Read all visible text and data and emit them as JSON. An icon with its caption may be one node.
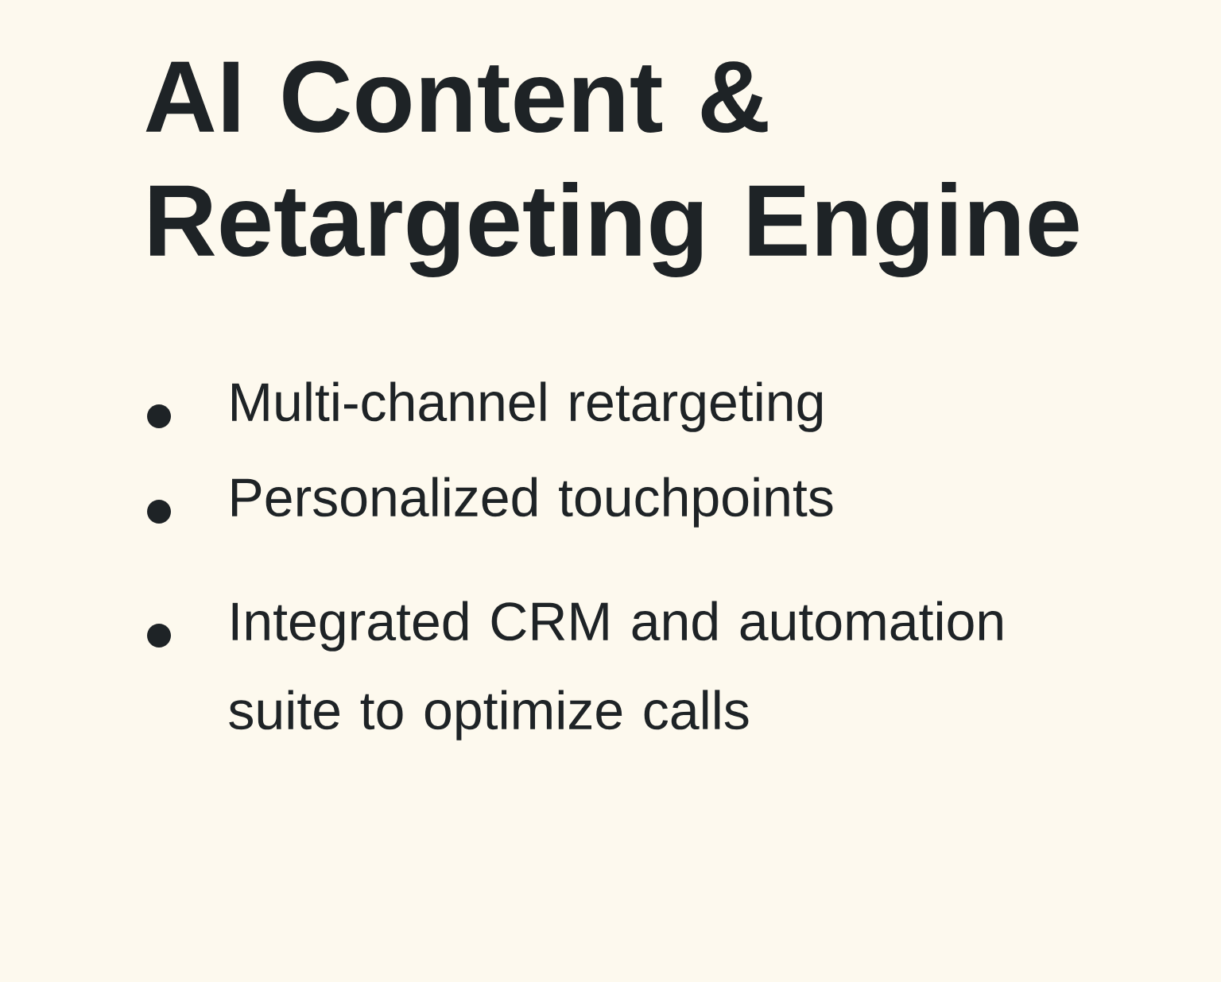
{
  "diagram": {
    "title": "AI Content & Retargeting Engine",
    "labels": [
      "Multi-channel retargeting",
      "Personalized touchpoints",
      "Integrated CRM and automation suite to optimize calls"
    ]
  }
}
